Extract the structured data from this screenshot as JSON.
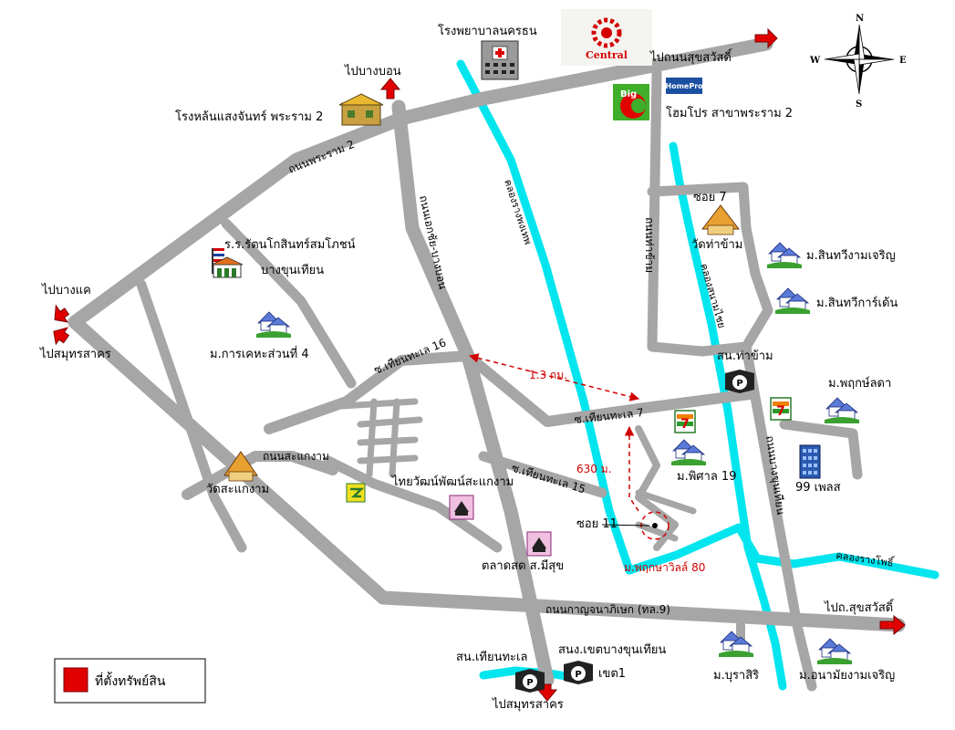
{
  "colors": {
    "road": "#a6a6a6",
    "canal": "#00e5ee",
    "arrow": "#e00000",
    "distance": "#d00000",
    "background": "#ffffff"
  },
  "compass": {
    "n": "N",
    "s": "S",
    "e": "E",
    "w": "W"
  },
  "labels": {
    "hospital": "โรงพยาบาลนครธน",
    "central_logo": "Central",
    "to_sukhumvit_top": "ไปถนนสุขสวัสดิ์",
    "homepro_logo": "HomePro",
    "homepro": "โฮมโปร สาขาพระราม 2",
    "big_c_logo": "Big",
    "to_bang_bon": "ไปบางบอน",
    "sangchan_plant": "โรงหล้นแสงจันทร์ พระราม 2",
    "rama2_road": "ถนนพระราม 2",
    "rattana_school_1": "ร.ร.รัตนโกสินทร์สมโภชน์",
    "rattana_school_2": "บางขุนเทียน",
    "to_bang_khae": "ไปบางแค",
    "to_samut_sakhon_left": "ไปสมุทรสาคร",
    "karnkeha": "ม.การเคหะส่วนที่ 4",
    "klong_rang_phong_thep": "คลองรางพงเทพ",
    "ekachai_road": "ถนนเอกชัย-บางบอน",
    "tha_kham_road": "ถนนท่าข้าม",
    "soi7": "ซอย 7",
    "wat_tha_kham": "วัดท่าข้าม",
    "klong_sanam_chai": "คลองสนามไชย",
    "sinthawee_ngam": "ม.สินทวีงามเจริญ",
    "sinthawee_garden": "ม.สินทวีการ์เด้น",
    "tha_kham_station": "สน.ท่าข้าม",
    "pruksa": "ม.พฤกษ์ลดา",
    "soi_tien16": "ซ.เทียนทะเล 16",
    "distance_13": "1.3 กม.",
    "soi_tien7": "ซ.เทียนทะเล 7",
    "bang_khun_thian_road": "ถนนบางขุนเทียน",
    "sakaengam_road": "ถนนสะแกงาม",
    "wat_sakaengam": "วัดสะแกงาม",
    "thai_wanich": "ไทยวัฒน์พัฒน์สะแกงาม",
    "soi_tien15": "ซ.เทียนทะเล 15",
    "distance_630": "630 ม.",
    "pitan": "ม.พิศาล 19",
    "place99": "99 เพลส",
    "soi11": "ซอย 11",
    "market": "ตลาดสด ส.มีสุข",
    "pruksa_ville": "ม.พฤกษาวิลล์ 80",
    "klong_rang_pho": "คลองรางโพธิ์",
    "kanchana_road": "ถนนกาญจนาภิเษก (ทล.9)",
    "to_sukhumvit_right": "ไปถ.สุขสวัสดิ์",
    "tien_tale_station": "สน.เทียนทะเล",
    "bang_khun_thian_office_1": "สนง.เขตบางขุนเทียน",
    "bang_khun_thian_office_2": "เขต1",
    "burasiri": "ม.บุราสิริ",
    "anamai": "ม.อนามัยงามเจริญ",
    "to_samut_sakhon_bottom": "ไปสมุทรสาคร",
    "legend": "ที่ตั้งทรัพย์สิน"
  }
}
